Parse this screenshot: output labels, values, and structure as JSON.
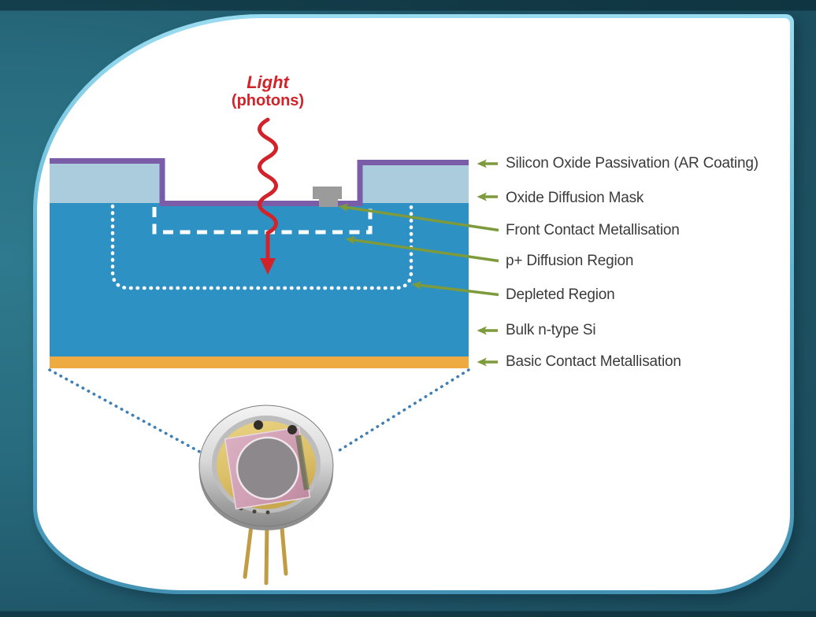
{
  "light": {
    "title": "Light",
    "subtitle": "(photons)"
  },
  "labels": [
    {
      "label": "Silicon Oxide Passivation (AR Coating)"
    },
    {
      "label": "Oxide Diffusion Mask"
    },
    {
      "label": "Front Contact Metallisation"
    },
    {
      "label": "p+ Diffusion Region"
    },
    {
      "label": "Depleted Region"
    },
    {
      "label": "Bulk n-type Si"
    },
    {
      "label": "Basic Contact Metallisation"
    }
  ],
  "icons": {
    "label_arrow": "left-arrow",
    "light_arrow": "wavy-down-arrow",
    "zoom_leader": "dotted-leader-line"
  },
  "colors": {
    "background_teal": "#235e70",
    "card_border_blue": "#5fb5d6",
    "bulk_si_blue": "#2e91c3",
    "oxide_mask_light_blue": "#abccdd",
    "passivation_purple": "#7a5ca8",
    "back_contact_orange": "#eeab41",
    "front_contact_gray": "#9b9b9b",
    "arrow_olive_green": "#7d9a3c",
    "light_red": "#d2232a",
    "leader_dot_blue": "#3f7fb3",
    "label_text": "#3b3b3b"
  }
}
